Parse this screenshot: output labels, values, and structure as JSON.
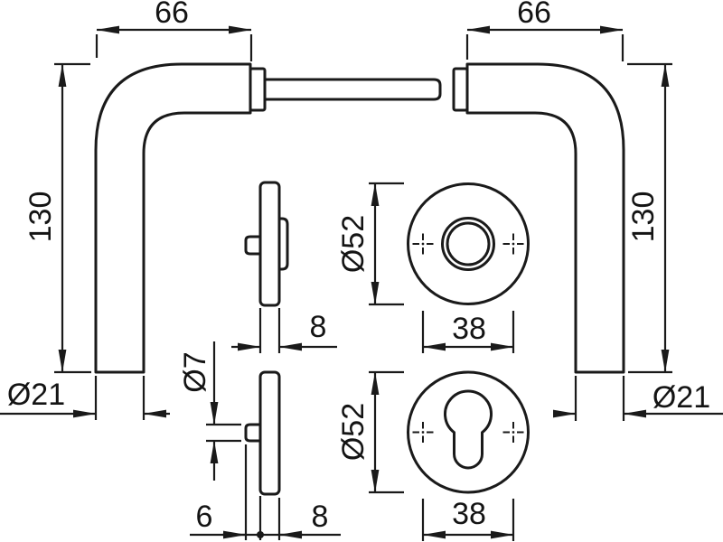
{
  "drawing": {
    "colors": {
      "line": "#1a1a1a",
      "background": "#ffffff"
    },
    "labels": {
      "grip_length_left": "66",
      "grip_length_right": "66",
      "handle_height_left": "130",
      "handle_height_right": "130",
      "tube_diameter_left": "Ø21",
      "tube_diameter_right": "Ø21",
      "rosette_top_thickness": "8",
      "rosette_top_diameter": "Ø52",
      "rosette_top_screw_spacing": "38",
      "spindle_nub_diameter": "Ø7",
      "nub_protrusion": "6",
      "rosette_bottom_thickness": "8",
      "rosette_bottom_diameter": "Ø52",
      "rosette_bottom_screw_spacing": "38"
    }
  }
}
